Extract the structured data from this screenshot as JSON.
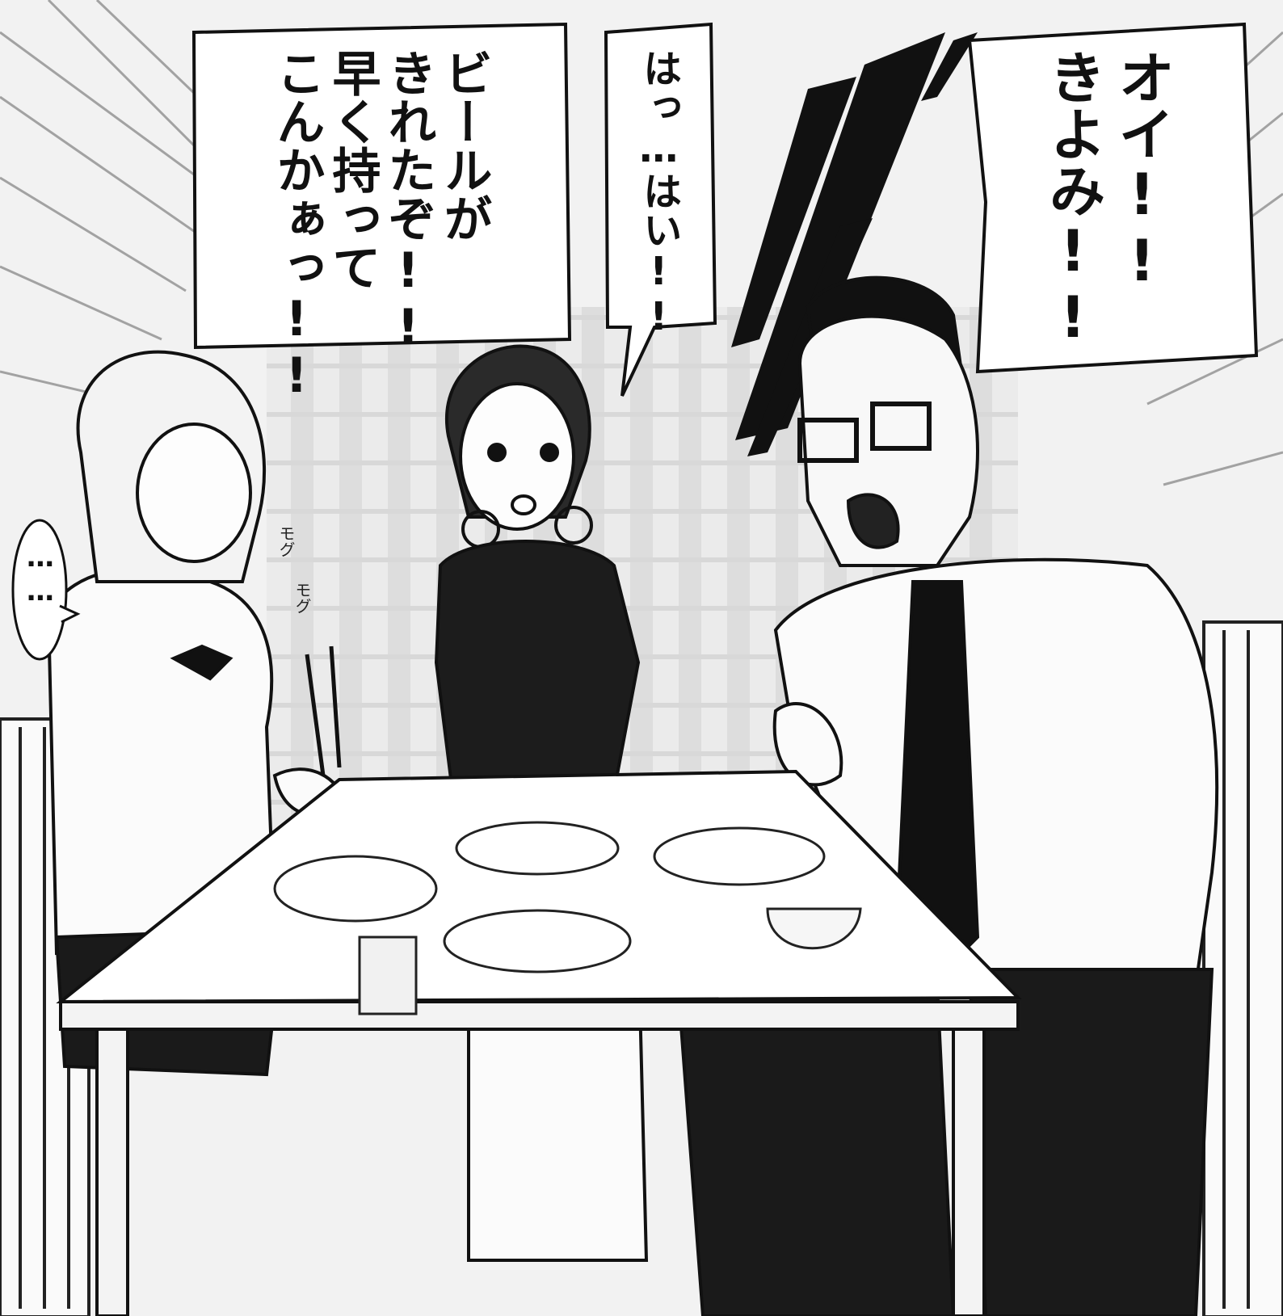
{
  "bubbles": {
    "oi": {
      "lines": [
        "オイ!!",
        "きよみ!!"
      ]
    },
    "hai": {
      "lines": [
        "はっ…はい!!"
      ]
    },
    "beer": {
      "lines": [
        "ビールが",
        "きれたぞ!!",
        "早く持って",
        "こんかぁっ!!"
      ]
    },
    "ellipsis": {
      "lines": [
        "……"
      ]
    }
  },
  "sfx": {
    "mogu_1": "モグ",
    "mogu_2": "モグ"
  }
}
